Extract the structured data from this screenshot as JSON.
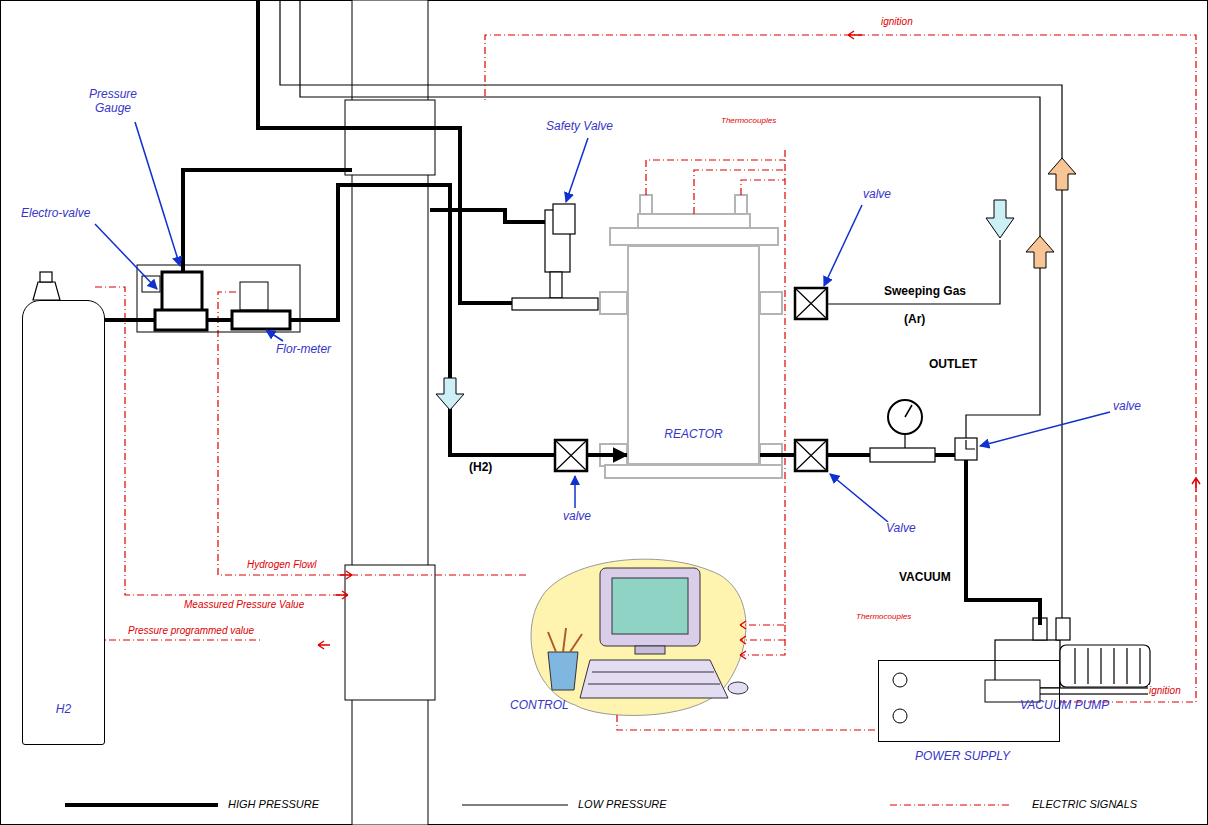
{
  "diagram": {
    "nodes": [
      {
        "text": [
          "REACTOR"
        ]
      },
      {
        "text": [
          "H2"
        ]
      },
      {
        "text": [
          "VACUUM PUMP"
        ]
      },
      {
        "text": [
          "CONTROL"
        ]
      },
      {
        "text": [
          "POWER SUPPLY"
        ]
      }
    ],
    "edges": [
      {
        "from": 1,
        "to": 0,
        "arrow": "to"
      },
      {
        "from": 0,
        "to": 2,
        "arrow": "none"
      },
      {
        "from": 3,
        "to": 4,
        "arrow": "none"
      }
    ],
    "labels": [
      "ignition",
      "Thermocouples",
      "Pressure Gauge",
      "Safety Valve",
      "valve",
      "Electro-valve",
      "Sweeping Gas",
      "(Ar)",
      "Flor-meter",
      "OUTLET",
      "valve",
      "(H2)",
      "valve",
      "Valve",
      "VACUUM",
      "Hydrogen Flowl",
      "Thermocouples",
      "Meassured Pressure Value",
      "Pressure programmed value",
      "ignition"
    ],
    "legend": [
      {
        "text": "HIGH PRESSURE"
      },
      {
        "text": "LOW PRESSURE"
      },
      {
        "text": "ELECTRIC SIGNALS"
      }
    ]
  }
}
